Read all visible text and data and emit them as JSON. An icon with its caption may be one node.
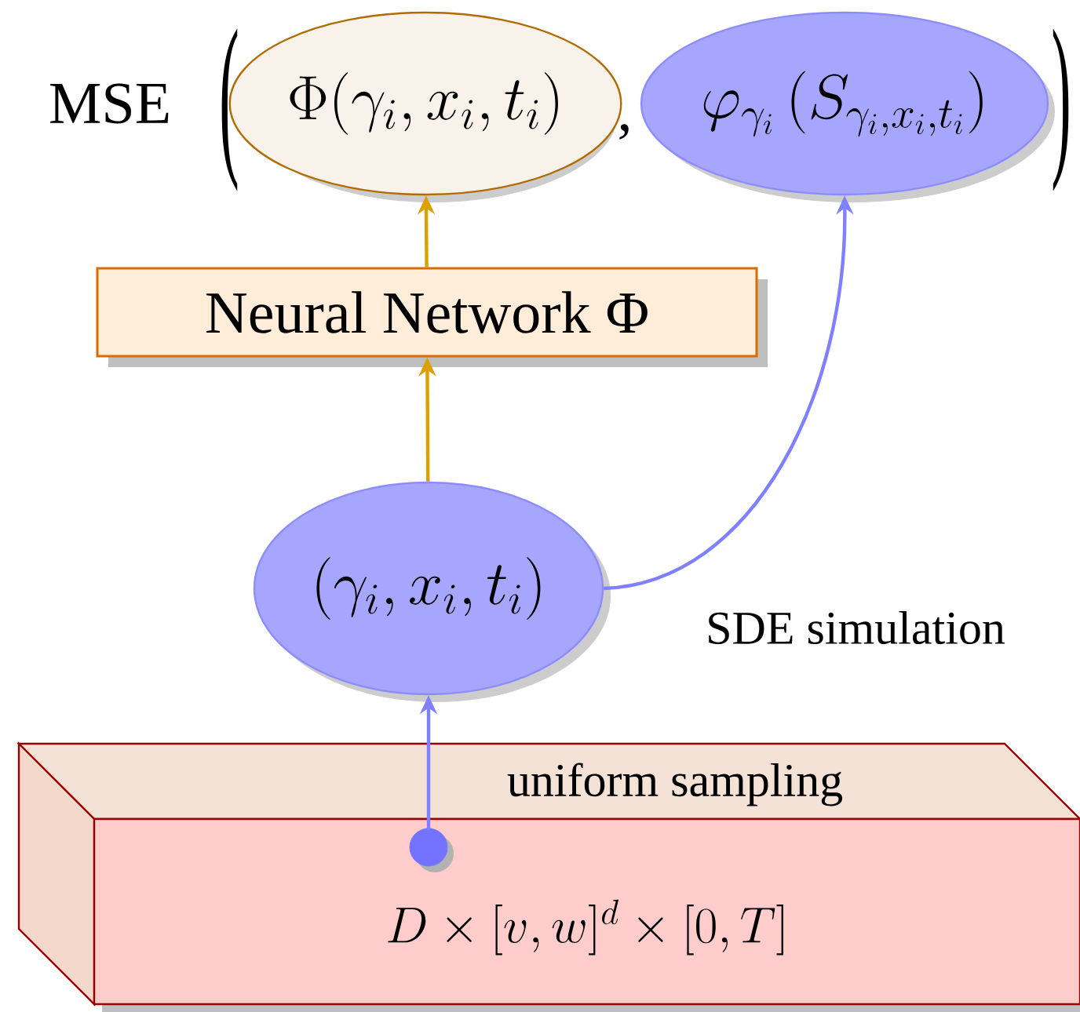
{
  "diagram": {
    "nodes": [
      {
        "text": [
          "\\Phi(\\gamma_i, x_i, t_i)"
        ]
      },
      {
        "text": [
          "\\varphi_{\\gamma_i}\\left(S_{\\gamma_i, x_i, t_i}\\right)"
        ]
      },
      {
        "text": [
          "Neural Network Φ"
        ]
      },
      {
        "text": [
          "(\\gamma_i, x_i, t_i)"
        ]
      },
      {
        "text": [
          "D \\times [v, w]^d \\times [0, T]"
        ]
      },
      {
        "text": [],
        "shape": "circle",
        "in": 4
      }
    ],
    "edges": [
      {
        "from": 3,
        "to": 2,
        "arrow": "to",
        "color": "#dca000"
      },
      {
        "from": 2,
        "to": 0,
        "arrow": "to",
        "color": "#dca000"
      },
      {
        "from": 3,
        "to": 1,
        "arrow": "to",
        "label": "SDE simulation",
        "color": "#8080ff"
      },
      {
        "from": 5,
        "to": 3,
        "arrow": "to",
        "label": "uniform sampling",
        "color": "#8080ff"
      }
    ],
    "labels": [
      "MSE",
      "(",
      ",",
      ")"
    ]
  }
}
